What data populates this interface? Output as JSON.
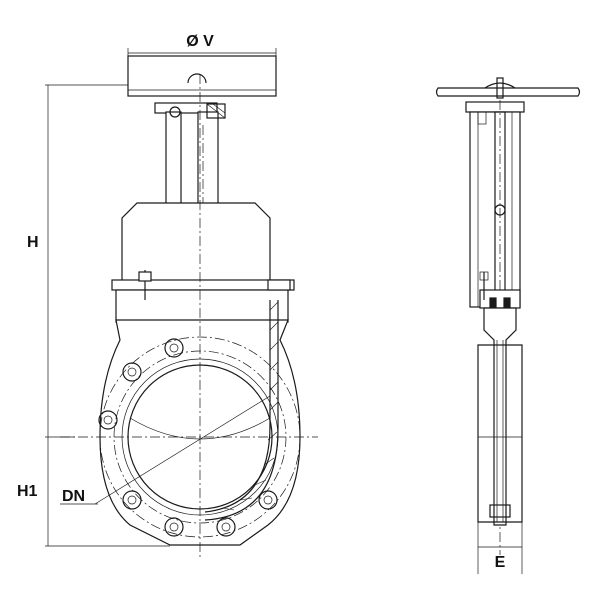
{
  "dimension_labels": {
    "handwheel_diameter": "Ø V",
    "overall_height": "H",
    "lower_height": "H1",
    "nominal_diameter": "DN",
    "face_width": "E"
  }
}
